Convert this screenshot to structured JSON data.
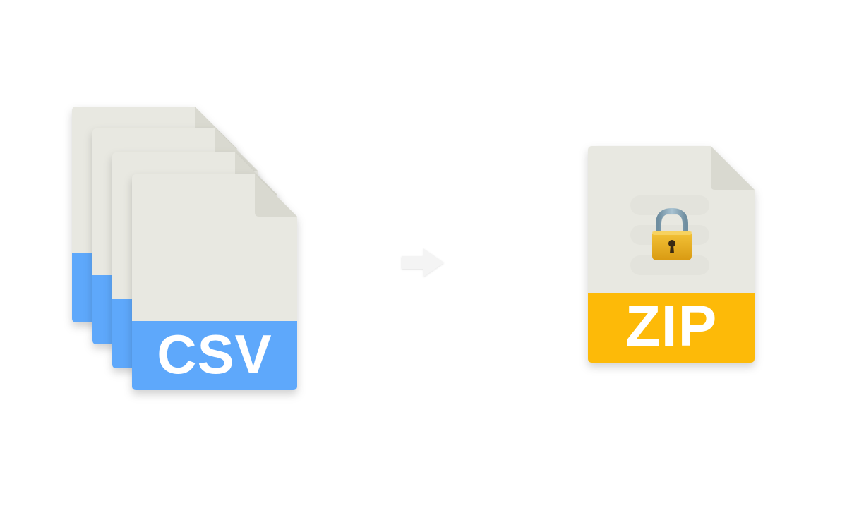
{
  "source_files": {
    "label": "CSV",
    "count": 4,
    "icon": "csv-file-icon",
    "band_color": "#5ea8fb",
    "page_color": "#e8e8e1",
    "fold_color": "#d9d9d0"
  },
  "conversion_arrow": {
    "icon": "arrow-right-icon",
    "color": "#f4f4f4"
  },
  "target_file": {
    "label": "ZIP",
    "icon": "zip-file-icon",
    "lock_icon": "padlock-icon",
    "band_color": "#fdba08",
    "page_color": "#e8e8e1",
    "fold_color": "#d9d9d0"
  }
}
